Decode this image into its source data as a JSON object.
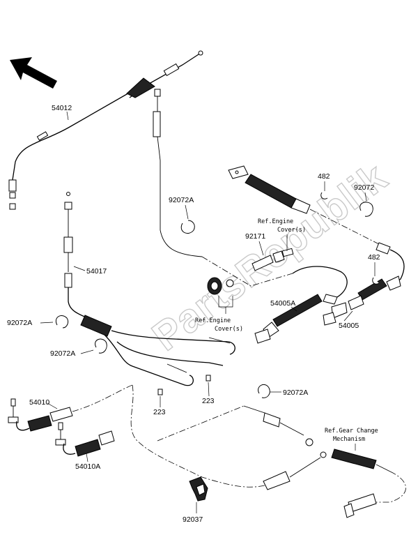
{
  "watermark": "PartsRepublik",
  "parts": {
    "p54012": "54012",
    "p54017": "54017",
    "p92072A_top": "92072A",
    "p92072A_left": "92072A",
    "p92072A_mid": "92072A",
    "p92072A_bottom": "92072A",
    "p482_top": "482",
    "p92072": "92072",
    "p92171": "92171",
    "p482_right": "482",
    "p54005A": "54005A",
    "p54005": "54005",
    "p223_left": "223",
    "p223_right": "223",
    "p54010": "54010",
    "p54010A": "54010A",
    "p92037": "92037"
  },
  "refs": {
    "engine_cover_1_line1": "Ref.Engine",
    "engine_cover_1_line2": "Cover(s)",
    "engine_cover_2_line1": "Ref.Engine",
    "engine_cover_2_line2": "Cover(s)",
    "gear_change_line1": "Ref.Gear Change",
    "gear_change_line2": "Mechanism"
  },
  "icons": {
    "direction": "front-arrow-icon"
  }
}
